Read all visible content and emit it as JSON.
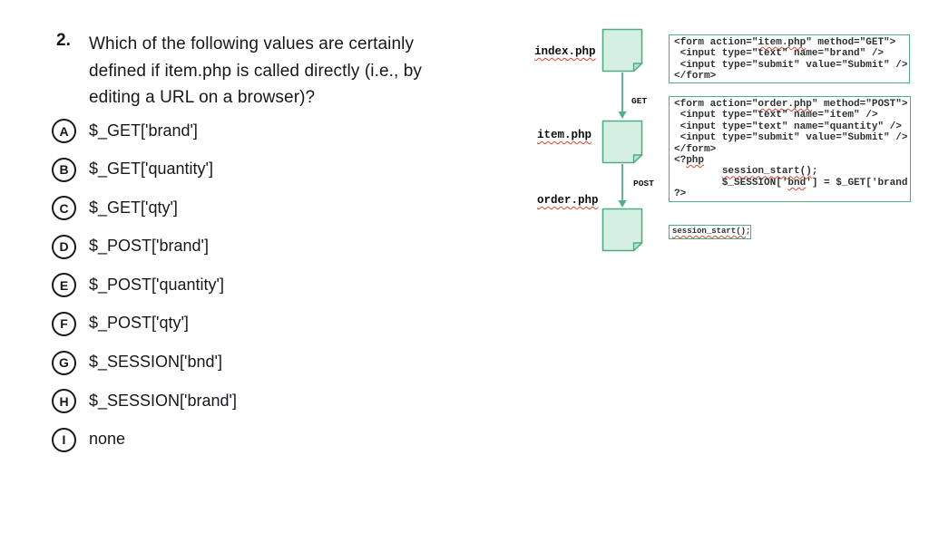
{
  "question": {
    "number": "2.",
    "text": "Which of the following values are certainly\ndefined if item.php is called directly (i.e., by\nediting a URL on a browser)?"
  },
  "options": [
    {
      "letter": "A",
      "text": "$_GET['brand']"
    },
    {
      "letter": "B",
      "text": "$_GET['quantity']"
    },
    {
      "letter": "C",
      "text": "$_GET['qty']"
    },
    {
      "letter": "D",
      "text": "$_POST['brand']"
    },
    {
      "letter": "E",
      "text": "$_POST['quantity']"
    },
    {
      "letter": "F",
      "text": "$_POST['qty']"
    },
    {
      "letter": "G",
      "text": "$_SESSION['bnd']"
    },
    {
      "letter": "H",
      "text": "$_SESSION['brand']"
    },
    {
      "letter": "I",
      "text": "none"
    }
  ],
  "diagram": {
    "files": [
      {
        "name": "index.php"
      },
      {
        "name": "item.php"
      },
      {
        "name": "order.php"
      }
    ],
    "arrows": [
      {
        "label": "GET"
      },
      {
        "label": "POST"
      }
    ],
    "code_boxes": [
      {
        "lines": [
          [
            {
              "t": "<form action=\""
            },
            {
              "t": "item.php",
              "e": true
            },
            {
              "t": "\" method=\"GET\">"
            }
          ],
          [
            {
              "t": " <input type=\"text\" name=\"brand\" />"
            }
          ],
          [
            {
              "t": " <input type=\"submit\" value=\"Submit\" />"
            }
          ],
          [
            {
              "t": "</form>"
            }
          ]
        ]
      },
      {
        "lines": [
          [
            {
              "t": "<form action=\""
            },
            {
              "t": "order.php",
              "e": true
            },
            {
              "t": "\" method=\"POST\">"
            }
          ],
          [
            {
              "t": " <input type=\"text\" name=\"item\" />"
            }
          ],
          [
            {
              "t": " <input type=\"text\" name=\"quantity\" />"
            }
          ],
          [
            {
              "t": " <input type=\"submit\" value=\"Submit\" />"
            }
          ],
          [
            {
              "t": "</form>"
            }
          ],
          [
            {
              "t": "<?"
            },
            {
              "t": "php",
              "e": true
            }
          ],
          [
            {
              "t": "        "
            },
            {
              "t": "session_start()",
              "e": true
            },
            {
              "t": ";"
            }
          ],
          [
            {
              "t": "        $_SESSION['"
            },
            {
              "t": "bnd",
              "e": true
            },
            {
              "t": "'] = $_GET['brand']"
            }
          ],
          [
            {
              "t": "?>"
            }
          ]
        ]
      },
      {
        "lines": [
          [
            {
              "t": "session_start()",
              "e": true
            },
            {
              "t": ";"
            }
          ]
        ]
      }
    ],
    "colors": {
      "doc_fill": "#d6efe3",
      "doc_border": "#4fae84",
      "doc_fold": "#b9e1ce",
      "arrow": "#4fae84",
      "squiggle": "#e0452f",
      "code_text": "#2c3134",
      "text": "#15181c"
    }
  }
}
